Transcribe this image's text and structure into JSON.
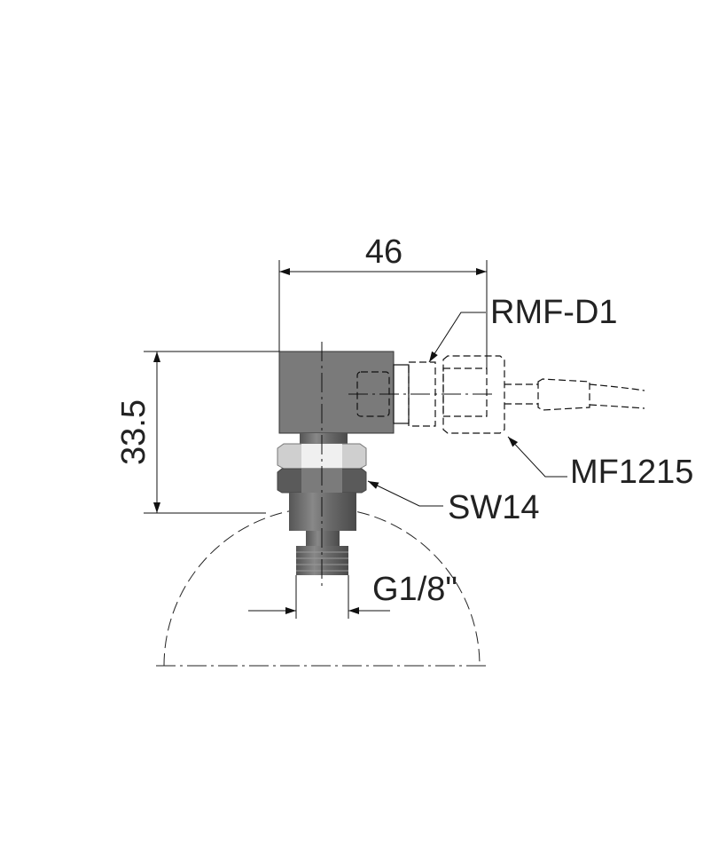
{
  "dimensions": {
    "width_label": "46",
    "height_label": "33.5",
    "thread_label": "G1/8\""
  },
  "callouts": {
    "connector": "RMF-D1",
    "cable_nut": "MF1215",
    "wrench_size": "SW14"
  },
  "colors": {
    "body": "#7a7a7a",
    "line": "#1a1a1a"
  }
}
